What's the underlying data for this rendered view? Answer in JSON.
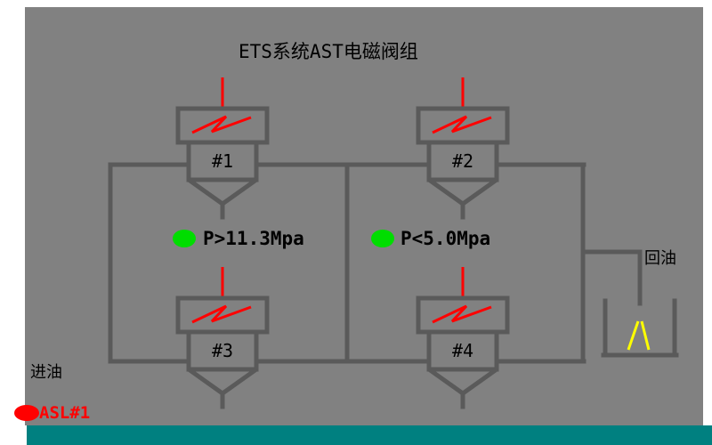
{
  "title": "ETS系统AST电磁阀组",
  "valves": [
    {
      "label": "#1"
    },
    {
      "label": "#2"
    },
    {
      "label": "#3"
    },
    {
      "label": "#4"
    }
  ],
  "indicators": [
    {
      "label": "P>11.3Mpa",
      "color": "#00dd00"
    },
    {
      "label": "P<5.0Mpa",
      "color": "#00dd00"
    }
  ],
  "labels": {
    "return_oil": "回油",
    "inlet_oil": "进油"
  },
  "alarm": {
    "label": "ASL#1",
    "color": "#ff0000"
  },
  "colors": {
    "background": "#818181",
    "pipe": "#5a5a5a",
    "actuator": "#ff0000",
    "tank_mark": "#ffff00",
    "status_bar": "#008080"
  }
}
